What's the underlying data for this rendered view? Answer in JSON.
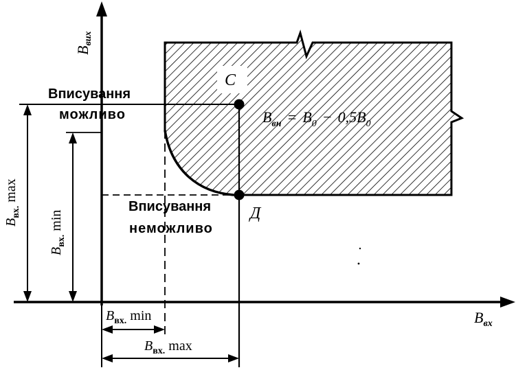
{
  "axes": {
    "y_label_main": "B",
    "y_label_sub": "вих",
    "x_label_main": "B",
    "x_label_sub": "вх"
  },
  "points": {
    "c_label": "С",
    "d_label": "Д"
  },
  "region_labels": {
    "possible_line1": "Вписування",
    "possible_line2": "можливо",
    "impossible_line1": "Вписування",
    "impossible_line2": "неможливо"
  },
  "formula": {
    "lhs_main": "B",
    "lhs_sub": "вн",
    "equals": "=",
    "t1_main": "B",
    "t1_sub": "0",
    "minus": "−",
    "coef": "0,5",
    "t2_main": "B",
    "t2_sub": "0"
  },
  "dimensions": {
    "bvx_max_left": {
      "main": "B",
      "sub": "вх.",
      "suffix": "max"
    },
    "bvx_min_left": {
      "main": "B",
      "sub": "вх.",
      "suffix": "min"
    },
    "bvx_min_bottom": {
      "main": "B",
      "sub": "вх.",
      "suffix": "min"
    },
    "bvx_max_bottom": {
      "main": "B",
      "sub": "вх.",
      "suffix": "max"
    }
  }
}
